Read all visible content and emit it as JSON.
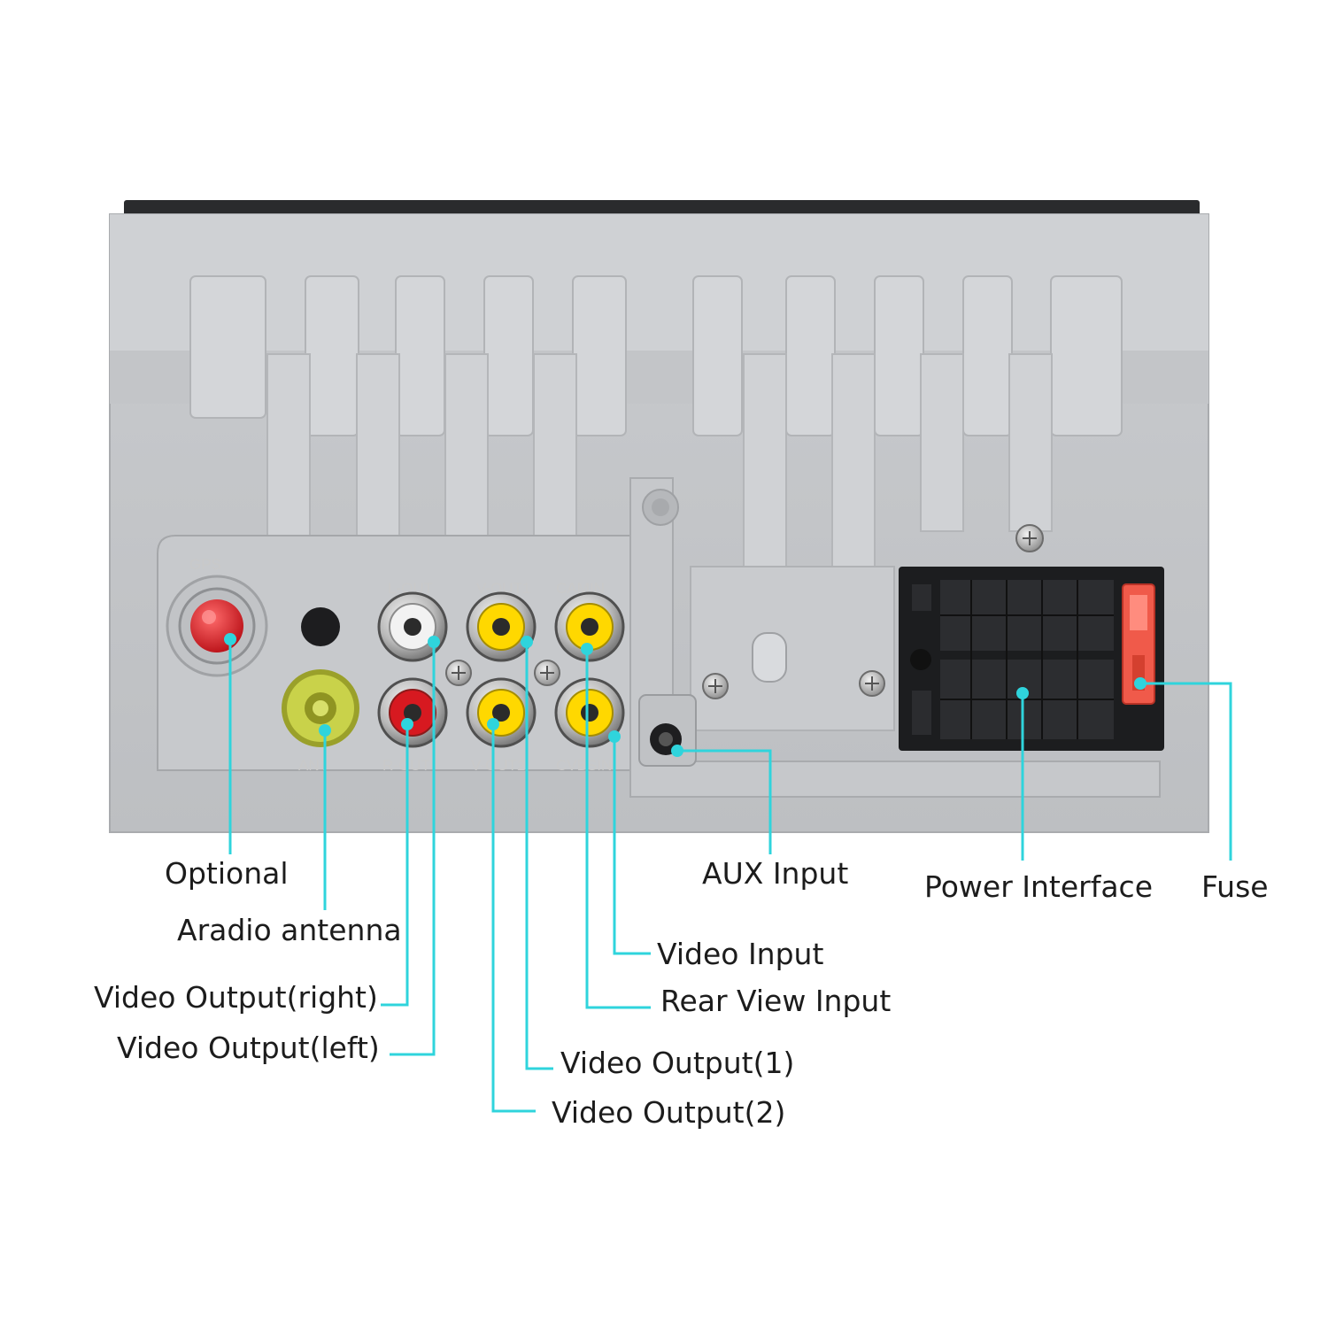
{
  "panel_labels": {
    "gps": "GPS",
    "ant": "ANT",
    "l_out": "L-OUT",
    "r_out": "R-OUT",
    "v_out1": "V-OUT1",
    "v_out2": "V-OUT2",
    "cam_in": "CAMIN",
    "cvbs_in": "CVBSIN"
  },
  "callouts": {
    "optional": "Optional",
    "radio_antenna": "Aradio antenna",
    "video_output_right": "Video Output(right)",
    "video_output_left": "Video Output(left)",
    "video_output_1": "Video Output(1)",
    "video_output_2": "Video Output(2)",
    "video_input": "Video Input",
    "rear_view_input": "Rear View Input",
    "aux_input": "AUX Input",
    "power_interface": "Power Interface",
    "fuse": "Fuse"
  },
  "colors": {
    "leader_line": "#2fd4dc",
    "panel_body": "#c4c6c9",
    "gps_connector": "#e11a22",
    "antenna_connector": "#c9d24a",
    "rca_yellow": "#ffd800",
    "rca_red": "#d71920",
    "rca_white": "#f2f2f2",
    "fuse": "#f05a4a"
  }
}
